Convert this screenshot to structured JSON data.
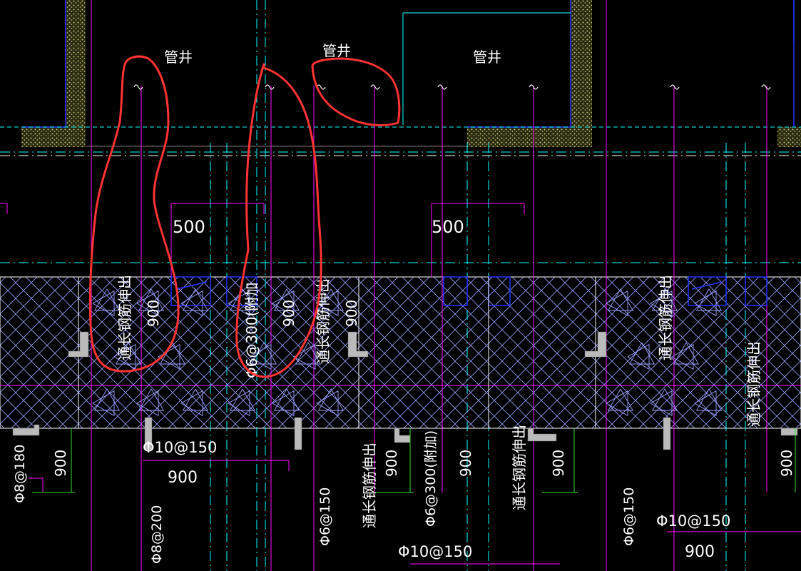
{
  "labels": {
    "shaft": "管井",
    "dim_500": "500",
    "dim_900": "900",
    "through_rebar": "通长钢筋伸出",
    "added_rebar": "Φ6@300(附加",
    "added_rebar_b": "Φ6@300(附加)",
    "r_d10_150": "Φ10@150",
    "r_d8_180": "Φ8@180",
    "r_d8_200": "Φ8@200",
    "r_d6_150": "Φ6@150"
  },
  "colors": {
    "background": "#000000",
    "grid_cyan": "#00ffff",
    "rebar_magenta": "#ff00ff",
    "wall_blue": "#2233ff",
    "text": "#ffffff",
    "hatch": "#c8c878",
    "markup_red": "#ff3333",
    "dim_green": "#33dd33"
  }
}
